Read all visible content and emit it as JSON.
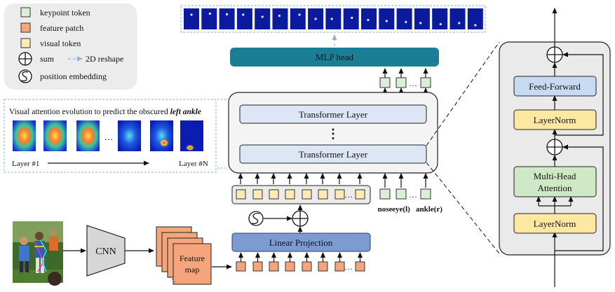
{
  "legend": {
    "keypoint_token": "keypoint token",
    "feature_patch": "feature patch",
    "visual_token": "visual token",
    "sum": "sum",
    "reshape": "2D reshape",
    "position_embedding": "position embedding"
  },
  "colors": {
    "keypoint_token": "#dbeed7",
    "feature_patch": "#f4a57b",
    "visual_token": "#fdebb5",
    "mlp_head": "#1a7f95",
    "linear_projection": "#7c9bd3",
    "transformer_layer": "#dde6f4",
    "feed_forward": "#c7daf1",
    "layernorm": "#fde8a2",
    "attention": "#cfe8c6",
    "panel_bg": "#eaeaea",
    "cnn": "#d6d6d6"
  },
  "blocks": {
    "mlp_head": "MLP head",
    "transformer_layer_top": "Transformer Layer",
    "transformer_layer_bottom": "Transformer Layer",
    "vdots": "⋮",
    "linear_projection": "Linear Projection",
    "cnn": "CNN",
    "feature_map_line1": "Feature",
    "feature_map_line2": "map"
  },
  "attention_panel": {
    "title_prefix": "Visual attention evolution to predict the obscured ",
    "title_emph": "left ankle",
    "ellipsis": "…",
    "layer_first": "Layer #1",
    "layer_last": "Layer #N"
  },
  "keypoint_labels": {
    "nose": "nose",
    "eye": "eye(l)",
    "ankle": "ankle(r)"
  },
  "ellipsis": "…",
  "encoder": {
    "feed_forward": "Feed-Forward",
    "layernorm_top": "LayerNorm",
    "attention_line1": "Multi-Head",
    "attention_line2": "Attention",
    "layernorm_bottom": "LayerNorm"
  }
}
